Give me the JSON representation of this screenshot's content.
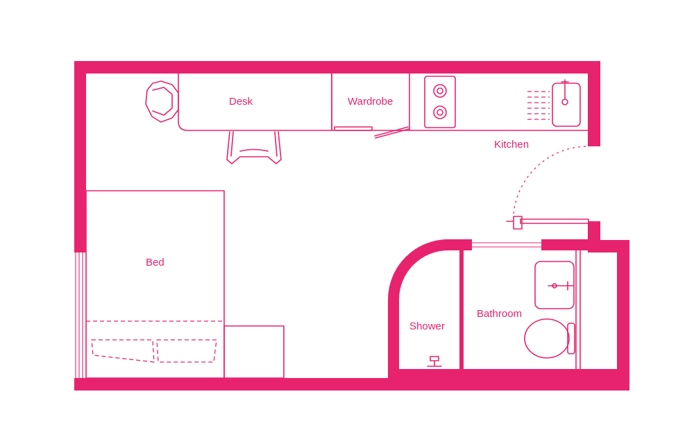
{
  "colors": {
    "accent": "#e8236e",
    "background": "#ffffff"
  },
  "rooms": {
    "desk": "Desk",
    "wardrobe": "Wardrobe",
    "kitchen": "Kitchen",
    "bed": "Bed",
    "shower": "Shower",
    "bathroom": "Bathroom"
  }
}
